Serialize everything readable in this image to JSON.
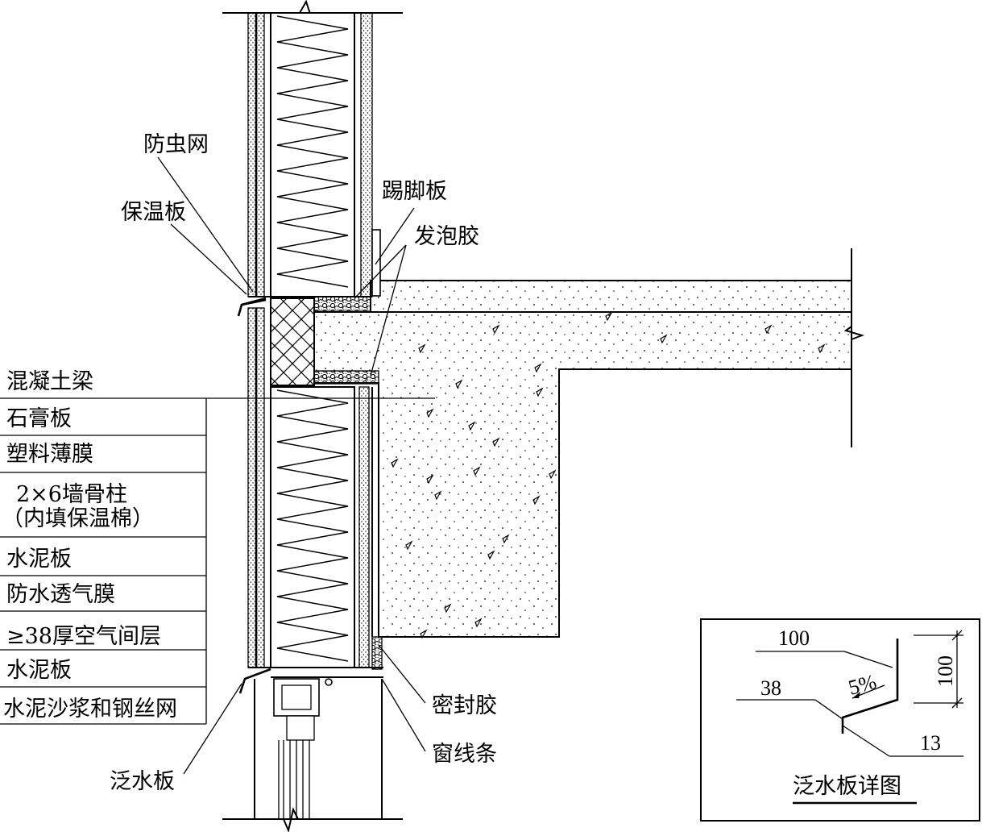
{
  "labels": {
    "insect_screen": "防虫网",
    "insulation_board": "保温板",
    "baseboard": "踢脚板",
    "foam_glue": "发泡胶",
    "concrete_beam": "混凝土梁",
    "sealant": "密封胶",
    "window_trim": "窗线条",
    "flashing": "泛水板"
  },
  "layers": [
    {
      "text": "石膏板"
    },
    {
      "text": "塑料薄膜"
    },
    {
      "text": "2×6墙骨柱",
      "text2": "（内填保温棉）"
    },
    {
      "text": "水泥板"
    },
    {
      "text": "防水透气膜"
    },
    {
      "text": "≥38厚空气间层"
    },
    {
      "text": "水泥板"
    },
    {
      "text": "水泥沙浆和钢丝网"
    }
  ],
  "detail": {
    "title": "泛水板详图",
    "dim_top": "100",
    "dim_vertical": "100",
    "dim_left": "38",
    "dim_bottom": "13",
    "slope": "5%"
  }
}
